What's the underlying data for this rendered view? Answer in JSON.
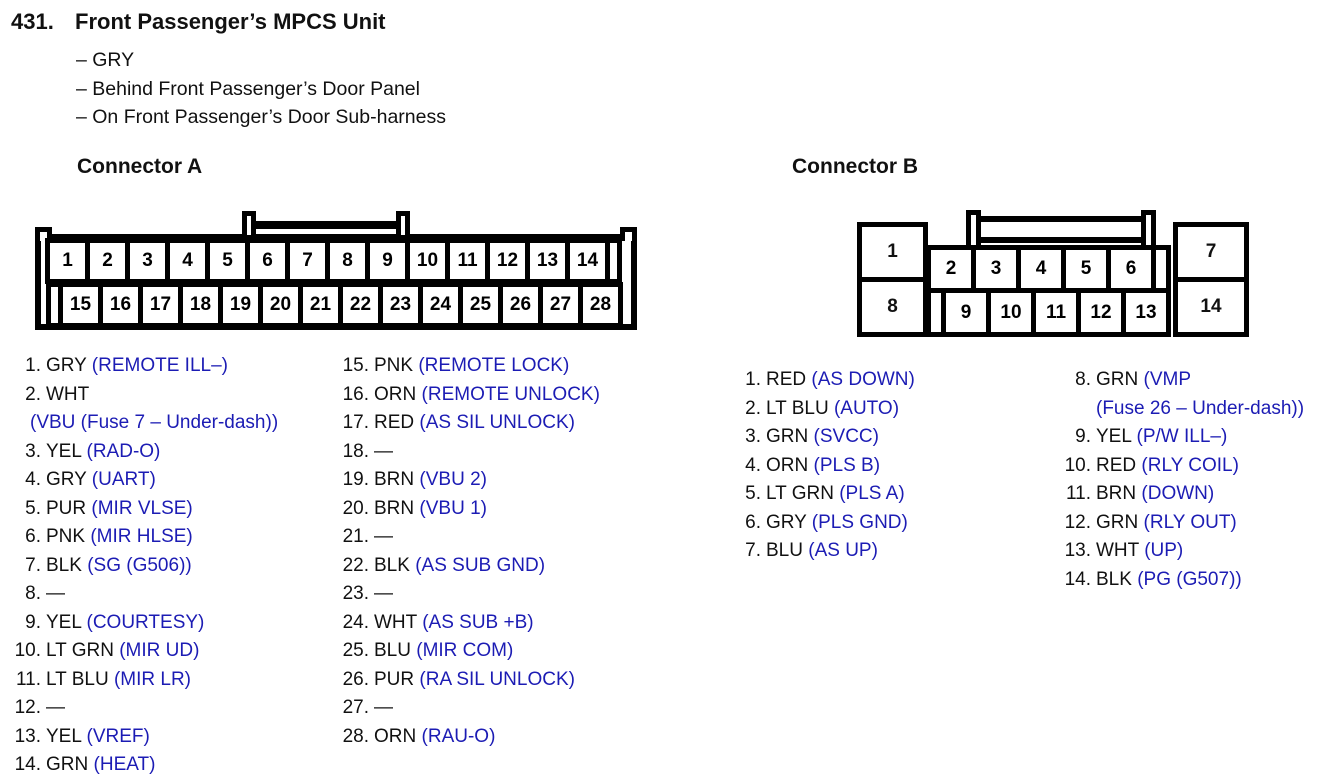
{
  "page": {
    "number": "431.",
    "title": "Front Passenger’s MPCS Unit",
    "notes": [
      "– GRY",
      "– Behind Front Passenger’s Door Panel",
      "– On Front Passenger’s Door Sub-harness"
    ]
  },
  "colors": {
    "signal_blue": "#1c1cb4",
    "ink": "#111111"
  },
  "connector_a": {
    "label": "Connector A",
    "top_row": [
      "1",
      "2",
      "3",
      "4",
      "5",
      "6",
      "7",
      "8",
      "9",
      "10",
      "11",
      "12",
      "13",
      "14",
      ""
    ],
    "bottom_row": [
      "",
      "15",
      "16",
      "17",
      "18",
      "19",
      "20",
      "21",
      "22",
      "23",
      "24",
      "25",
      "26",
      "27",
      "28"
    ],
    "pins_col1": [
      {
        "n": "1",
        "wire": "GRY",
        "sig": "(REMOTE ILL–)"
      },
      {
        "n": "2",
        "wire": "WHT",
        "sig": "",
        "sig2": "(VBU (Fuse 7 – Under-dash))"
      },
      {
        "n": "3",
        "wire": "YEL",
        "sig": "(RAD-O)"
      },
      {
        "n": "4",
        "wire": "GRY",
        "sig": "(UART)"
      },
      {
        "n": "5",
        "wire": "PUR",
        "sig": "(MIR VLSE)"
      },
      {
        "n": "6",
        "wire": "PNK",
        "sig": "(MIR HLSE)"
      },
      {
        "n": "7",
        "wire": "BLK",
        "sig": "(SG (G506))"
      },
      {
        "n": "8",
        "wire": "—",
        "sig": ""
      },
      {
        "n": "9",
        "wire": "YEL",
        "sig": "(COURTESY)"
      },
      {
        "n": "10",
        "wire": "LT GRN",
        "sig": "(MIR UD)"
      },
      {
        "n": "11",
        "wire": "LT BLU",
        "sig": "(MIR LR)"
      },
      {
        "n": "12",
        "wire": "—",
        "sig": ""
      },
      {
        "n": "13",
        "wire": "YEL",
        "sig": "(VREF)"
      },
      {
        "n": "14",
        "wire": "GRN",
        "sig": "(HEAT)"
      }
    ],
    "pins_col2": [
      {
        "n": "15",
        "wire": "PNK",
        "sig": "(REMOTE LOCK)"
      },
      {
        "n": "16",
        "wire": "ORN",
        "sig": "(REMOTE UNLOCK)"
      },
      {
        "n": "17",
        "wire": "RED",
        "sig": "(AS SIL UNLOCK)"
      },
      {
        "n": "18",
        "wire": "—",
        "sig": ""
      },
      {
        "n": "19",
        "wire": "BRN",
        "sig": "(VBU 2)"
      },
      {
        "n": "20",
        "wire": "BRN",
        "sig": "(VBU 1)"
      },
      {
        "n": "21",
        "wire": "—",
        "sig": ""
      },
      {
        "n": "22",
        "wire": "BLK",
        "sig": "(AS SUB GND)"
      },
      {
        "n": "23",
        "wire": "—",
        "sig": ""
      },
      {
        "n": "24",
        "wire": "WHT",
        "sig": "(AS SUB +B)"
      },
      {
        "n": "25",
        "wire": "BLU",
        "sig": "(MIR COM)"
      },
      {
        "n": "26",
        "wire": "PUR",
        "sig": "(RA SIL UNLOCK)"
      },
      {
        "n": "27",
        "wire": "—",
        "sig": ""
      },
      {
        "n": "28",
        "wire": "ORN",
        "sig": "(RAU-O)"
      }
    ]
  },
  "connector_b": {
    "label": "Connector B",
    "left_top": "1",
    "left_bottom": "8",
    "right_top": "7",
    "right_bottom": "14",
    "top_row": [
      "2",
      "3",
      "4",
      "5",
      "6",
      ""
    ],
    "bottom_row": [
      "",
      "9",
      "10",
      "11",
      "12",
      "13"
    ],
    "pins_col1": [
      {
        "n": "1",
        "wire": "RED",
        "sig": "(AS DOWN)"
      },
      {
        "n": "2",
        "wire": "LT BLU",
        "sig": "(AUTO)"
      },
      {
        "n": "3",
        "wire": "GRN",
        "sig": "(SVCC)"
      },
      {
        "n": "4",
        "wire": "ORN",
        "sig": "(PLS B)"
      },
      {
        "n": "5",
        "wire": "LT GRN",
        "sig": "(PLS A)"
      },
      {
        "n": "6",
        "wire": "GRY",
        "sig": "(PLS GND)"
      },
      {
        "n": "7",
        "wire": "BLU",
        "sig": "(AS UP)"
      }
    ],
    "pins_col2": [
      {
        "n": "8",
        "wire": "GRN",
        "sig": "(VMP",
        "sig2": "(Fuse 26 – Under-dash))"
      },
      {
        "n": "9",
        "wire": "YEL",
        "sig": "(P/W ILL–)"
      },
      {
        "n": "10",
        "wire": "RED",
        "sig": "(RLY COIL)"
      },
      {
        "n": "11",
        "wire": "BRN",
        "sig": "(DOWN)"
      },
      {
        "n": "12",
        "wire": "GRN",
        "sig": "(RLY OUT)"
      },
      {
        "n": "13",
        "wire": "WHT",
        "sig": "(UP)"
      },
      {
        "n": "14",
        "wire": "BLK",
        "sig": "(PG (G507))"
      }
    ]
  }
}
